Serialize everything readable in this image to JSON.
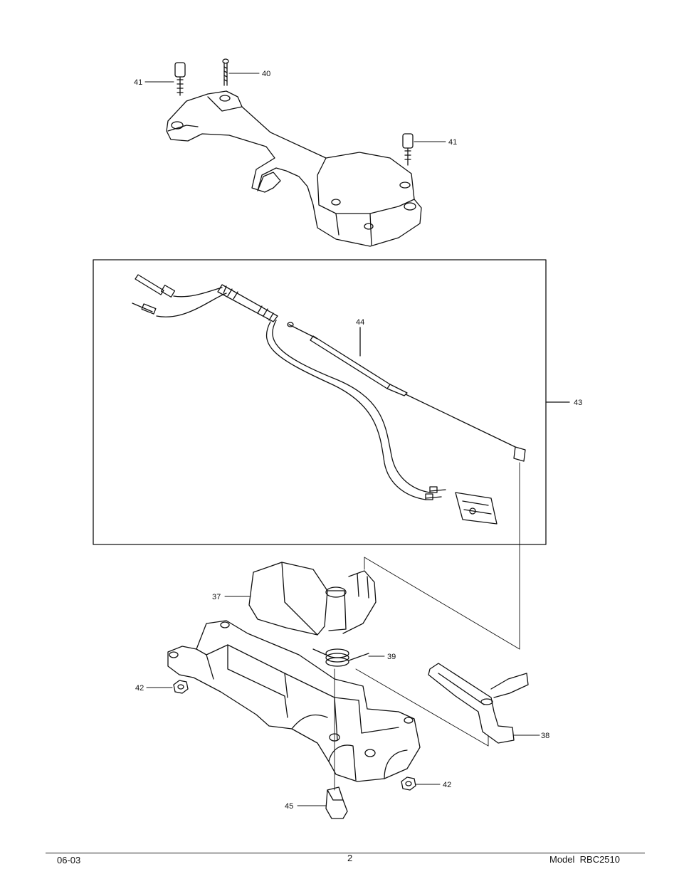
{
  "callouts": {
    "p37": "37",
    "p38": "38",
    "p39": "39",
    "p40": "40",
    "p41a": "41",
    "p41b": "41",
    "p42a": "42",
    "p42b": "42",
    "p43": "43",
    "p44": "44",
    "p45": "45"
  },
  "footer": {
    "date": "06-03",
    "page": "2",
    "model": "Model  RBC2510"
  }
}
